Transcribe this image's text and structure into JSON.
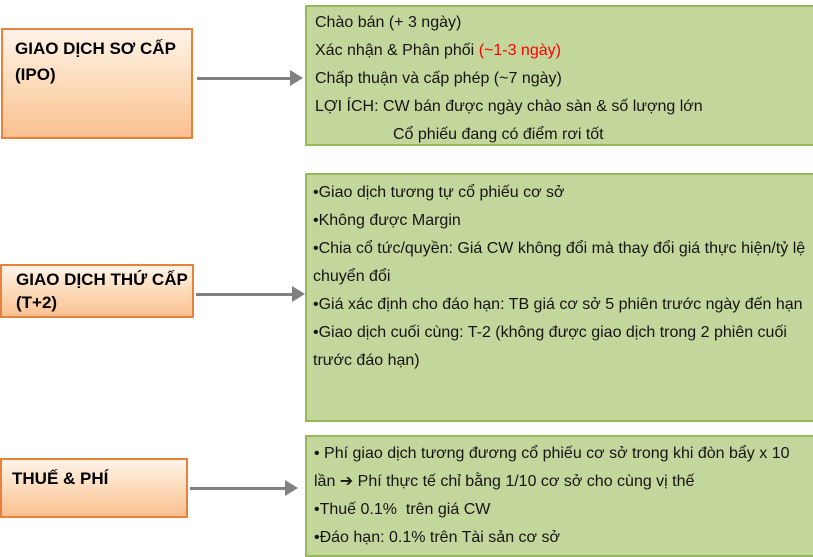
{
  "colors": {
    "node_fill_top": "#FEF3E9",
    "node_fill_bottom": "#FAC090",
    "node_border": "#E8823A",
    "panel_fill": "#C3D69B",
    "panel_border": "#96B858",
    "arrow": "#808080",
    "highlight_text": "#FF0000",
    "text": "#151515"
  },
  "rows": [
    {
      "label": "GIAO DỊCH SƠ CẤP (IPO)",
      "panel": {
        "line1": "Chào bán (+ 3 ngày)",
        "line2_prefix": "Xác nhận & Phân phối ",
        "line2_highlight": "(~1-3 ngày)",
        "line3": "Chấp thuận và cấp phép (~7 ngày)",
        "line4": "LỢI ÍCH: CW bán được ngày chào sàn & số lượng lớn",
        "line5": "Cổ phiếu đang có điểm rơi tốt"
      }
    },
    {
      "label": "GIAO DỊCH THỨ CẤP (T+2)",
      "panel": {
        "bullets": [
          "•Giao dịch tương tự cổ phiếu cơ sở",
          "•Không được Margin",
          "•Chia cổ tức/quyền: Giá CW không đổi mà thay đổi giá thực hiện/tỷ lệ chuyển đổi",
          "•Giá xác định cho đáo hạn: TB giá cơ sở 5 phiên trước ngày đến hạn",
          "•Giao dịch cuối cùng: T-2 (không được giao dịch trong 2 phiên cuối trước đáo hạn)"
        ]
      }
    },
    {
      "label": "THUẾ & PHÍ",
      "panel": {
        "bullets": [
          "• Phí giao dịch tương đương cổ phiếu cơ sở trong khi đòn bẩy x 10 lần ➔ Phí thực tế chỉ bằng 1/10 cơ sở cho cùng vị thế",
          "•Thuế 0.1%  trên giá CW",
          "•Đáo hạn: 0.1% trên Tài sản cơ sở"
        ]
      }
    }
  ]
}
